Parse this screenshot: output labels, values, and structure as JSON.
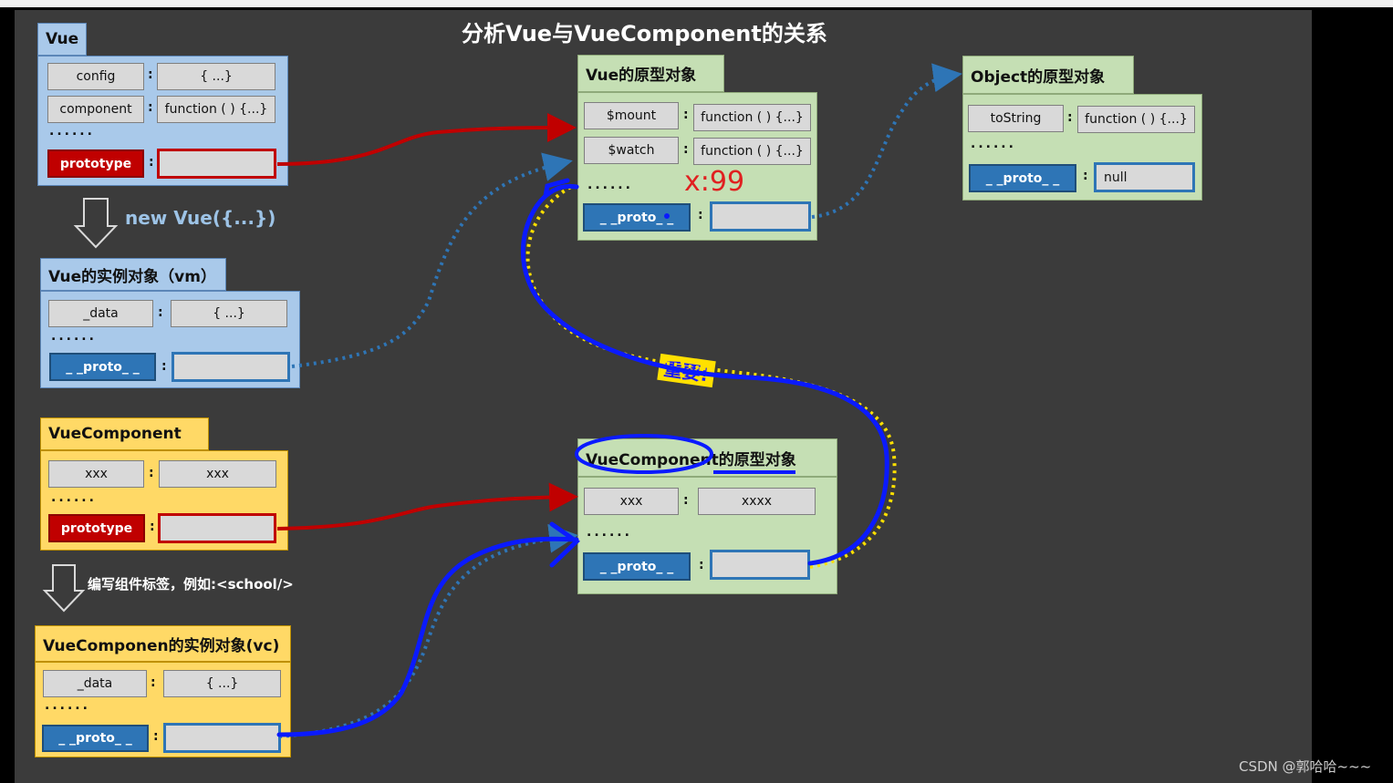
{
  "title": "分析Vue与VueComponent的关系",
  "vue": {
    "tab": "Vue",
    "rows": [
      {
        "key": "config",
        "value": "{ ...}"
      },
      {
        "key": "component",
        "value": "function ( ) {...}"
      }
    ],
    "dots": "......",
    "prototype_key": "prototype"
  },
  "new_vue_text_prefix": "new ",
  "new_vue_text_main": "Vue({...})",
  "vm": {
    "tab": "Vue的实例对象（vm）",
    "rows": [
      {
        "key": "_data",
        "value": "{ ...}"
      }
    ],
    "dots": "......",
    "proto_key": "_ _proto_ _"
  },
  "vuecomponent": {
    "tab": "VueComponent",
    "rows": [
      {
        "key": "xxx",
        "value": "xxx"
      }
    ],
    "dots": "......",
    "prototype_key": "prototype"
  },
  "write_tag_text": "编写组件标签，例如:<school/>",
  "vc": {
    "tab": "VueComponen的实例对象(vc)",
    "rows": [
      {
        "key": "_data",
        "value": "{ ...}"
      }
    ],
    "dots": "......",
    "proto_key": "_ _proto_ _"
  },
  "vue_proto": {
    "tab": "Vue的原型对象",
    "rows": [
      {
        "key": "$mount",
        "value": "function ( ) {...}"
      },
      {
        "key": "$watch",
        "value": "function ( ) {...}"
      }
    ],
    "dots": "......",
    "proto_key": "_ _proto_ _",
    "annotation": "x:99"
  },
  "vc_proto": {
    "tab": "VueComponent的原型对象",
    "rows": [
      {
        "key": "xxx",
        "value": "xxxx"
      }
    ],
    "dots": "......",
    "proto_key": "_ _proto_ _"
  },
  "object_proto": {
    "tab": "Object的原型对象",
    "rows": [
      {
        "key": "toString",
        "value": "function ( ) {...}"
      }
    ],
    "dots": "......",
    "proto_key": "_ _proto_ _",
    "proto_value": "null"
  },
  "important_label": "重要!",
  "watermark": "CSDN @郭哈哈~~~",
  "colors": {
    "slide_bg": "#3b3b3b",
    "vue_blue": "#a9c9ea",
    "component_yellow": "#ffd966",
    "proto_green": "#c5dfb4",
    "red_arrow": "#c00000",
    "dotted_blue": "#2e75b6",
    "pen_blue": "#0a1aff",
    "highlight_yellow": "#ffe000"
  }
}
